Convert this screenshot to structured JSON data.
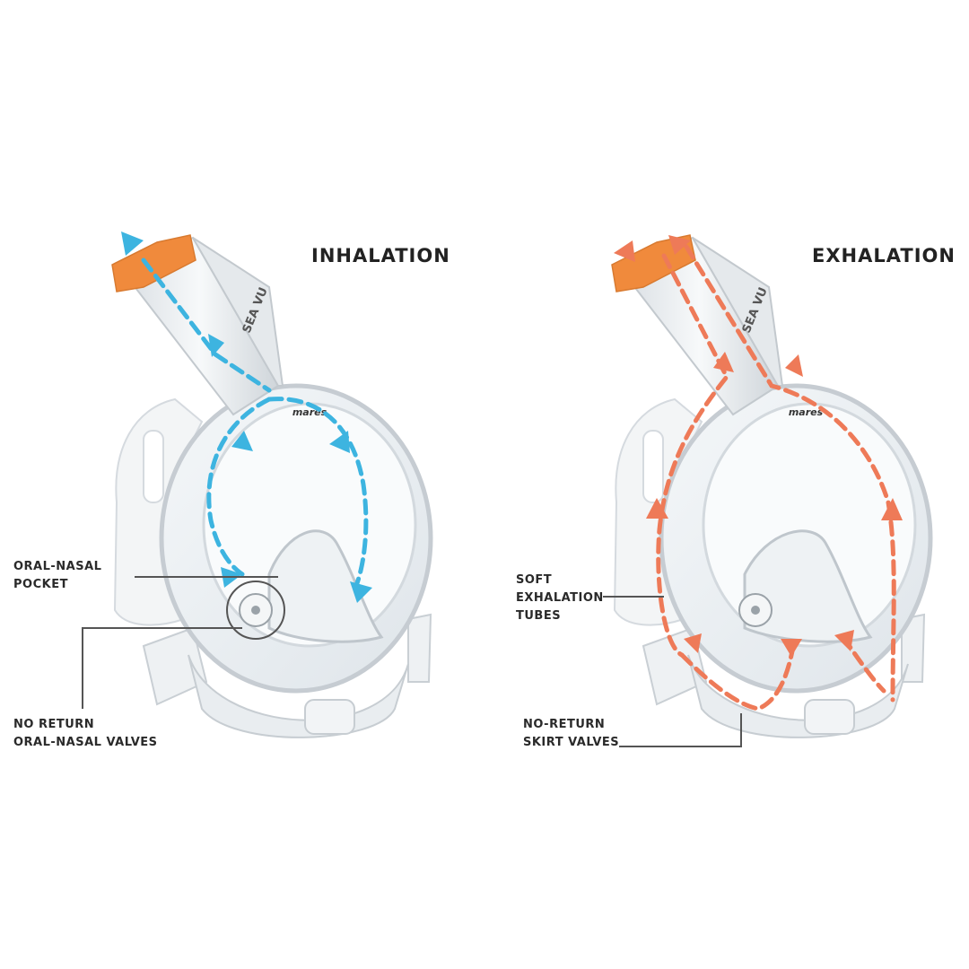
{
  "colors": {
    "inhalation_flow": "#3db4e0",
    "exhalation_flow": "#ee7a58",
    "snorkel_cap": "#f08a3c",
    "callout_line": "#555555"
  },
  "panels": {
    "inhalation": {
      "title": "INHALATION",
      "brand": "mares",
      "snorkel_text": "SEA VU",
      "callouts": {
        "oral_nasal_pocket": [
          "ORAL-NASAL",
          "POCKET"
        ],
        "no_return_valves": [
          "NO RETURN",
          "ORAL-NASAL VALVES"
        ]
      }
    },
    "exhalation": {
      "title": "EXHALATION",
      "brand": "mares",
      "snorkel_text": "SEA VU",
      "callouts": {
        "soft_tubes": [
          "SOFT",
          "EXHALATION",
          "TUBES"
        ],
        "skirt_valves": [
          "NO-RETURN",
          "SKIRT VALVES"
        ]
      }
    }
  }
}
